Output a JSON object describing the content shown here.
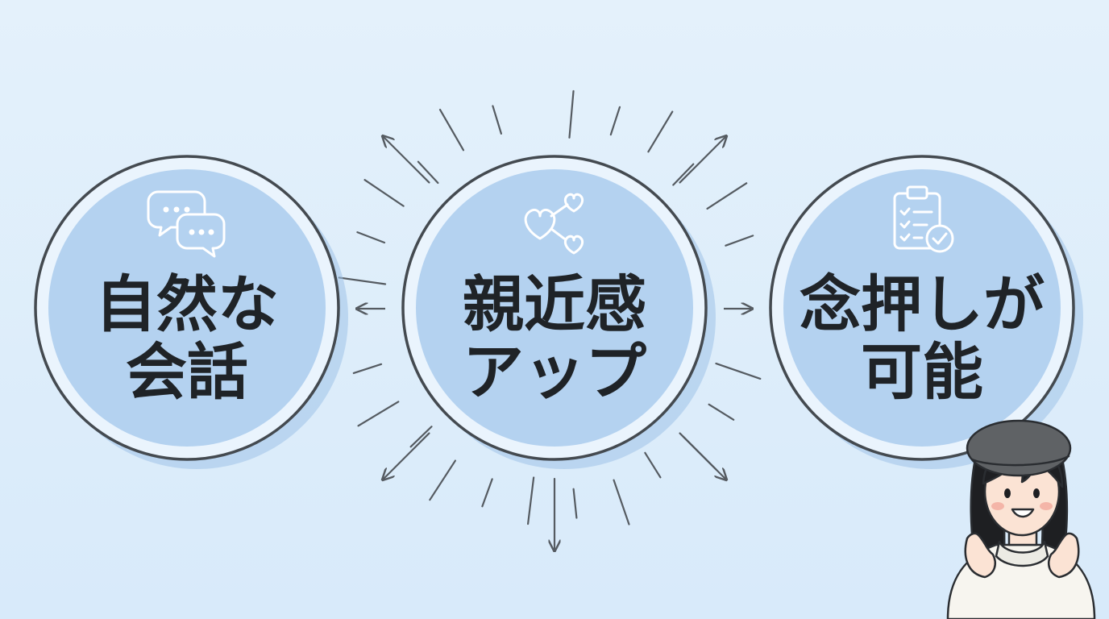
{
  "colors": {
    "background": "#dcecfa",
    "circle_fill": "#b4d2f0",
    "circle_ring": "#eaf4fd",
    "outline": "#444a50",
    "text": "#1f2327",
    "icon_stroke": "#ffffff"
  },
  "circles": [
    {
      "icon": "chat-bubbles-icon",
      "line1": "自然な",
      "line2": "会話"
    },
    {
      "icon": "hearts-network-icon",
      "line1": "親近感",
      "line2": "アップ"
    },
    {
      "icon": "clipboard-check-icon",
      "line1": "念押しが",
      "line2": "可能"
    }
  ],
  "character": {
    "icon": "girl-finger-heart-illustration"
  }
}
